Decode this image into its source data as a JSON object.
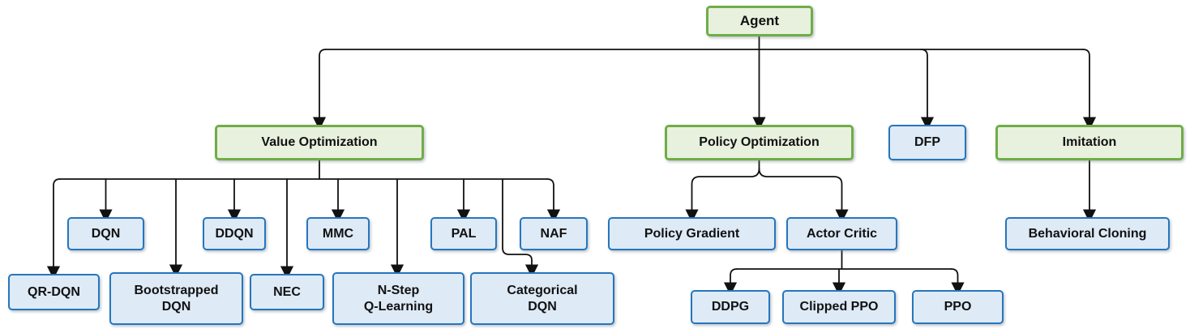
{
  "diagram": {
    "nodes": {
      "agent": {
        "label": "Agent",
        "kind": "green"
      },
      "value_optimization": {
        "label": "Value Optimization",
        "kind": "green"
      },
      "policy_optimization": {
        "label": "Policy Optimization",
        "kind": "green"
      },
      "dfp": {
        "label": "DFP",
        "kind": "blue"
      },
      "imitation": {
        "label": "Imitation",
        "kind": "green"
      },
      "dqn": {
        "label": "DQN",
        "kind": "blue"
      },
      "ddqn": {
        "label": "DDQN",
        "kind": "blue"
      },
      "mmc": {
        "label": "MMC",
        "kind": "blue"
      },
      "pal": {
        "label": "PAL",
        "kind": "blue"
      },
      "naf": {
        "label": "NAF",
        "kind": "blue"
      },
      "qr_dqn": {
        "label": "QR-DQN",
        "kind": "blue"
      },
      "bootstrapped_dqn": {
        "label": "Bootstrapped\nDQN",
        "kind": "blue"
      },
      "nec": {
        "label": "NEC",
        "kind": "blue"
      },
      "n_step_q_learning": {
        "label": "N-Step\nQ-Learning",
        "kind": "blue"
      },
      "categorical_dqn": {
        "label": "Categorical\nDQN",
        "kind": "blue"
      },
      "policy_gradient": {
        "label": "Policy Gradient",
        "kind": "blue"
      },
      "actor_critic": {
        "label": "Actor Critic",
        "kind": "blue"
      },
      "ddpg": {
        "label": "DDPG",
        "kind": "blue"
      },
      "clipped_ppo": {
        "label": "Clipped PPO",
        "kind": "blue"
      },
      "ppo": {
        "label": "PPO",
        "kind": "blue"
      },
      "behavioral_cloning": {
        "label": "Behavioral Cloning",
        "kind": "blue"
      }
    },
    "edges": [
      [
        "agent",
        "value_optimization"
      ],
      [
        "agent",
        "policy_optimization"
      ],
      [
        "agent",
        "dfp"
      ],
      [
        "agent",
        "imitation"
      ],
      [
        "value_optimization",
        "qr_dqn"
      ],
      [
        "value_optimization",
        "dqn"
      ],
      [
        "value_optimization",
        "bootstrapped_dqn"
      ],
      [
        "value_optimization",
        "ddqn"
      ],
      [
        "value_optimization",
        "nec"
      ],
      [
        "value_optimization",
        "mmc"
      ],
      [
        "value_optimization",
        "n_step_q_learning"
      ],
      [
        "value_optimization",
        "pal"
      ],
      [
        "value_optimization",
        "categorical_dqn"
      ],
      [
        "value_optimization",
        "naf"
      ],
      [
        "policy_optimization",
        "policy_gradient"
      ],
      [
        "policy_optimization",
        "actor_critic"
      ],
      [
        "actor_critic",
        "ddpg"
      ],
      [
        "actor_critic",
        "clipped_ppo"
      ],
      [
        "actor_critic",
        "ppo"
      ],
      [
        "imitation",
        "behavioral_cloning"
      ]
    ],
    "colors": {
      "green_border": "#70AD47",
      "green_fill": "#E7F1DE",
      "blue_border": "#2576BD",
      "blue_fill": "#DEEAF6",
      "line": "#111111"
    }
  }
}
